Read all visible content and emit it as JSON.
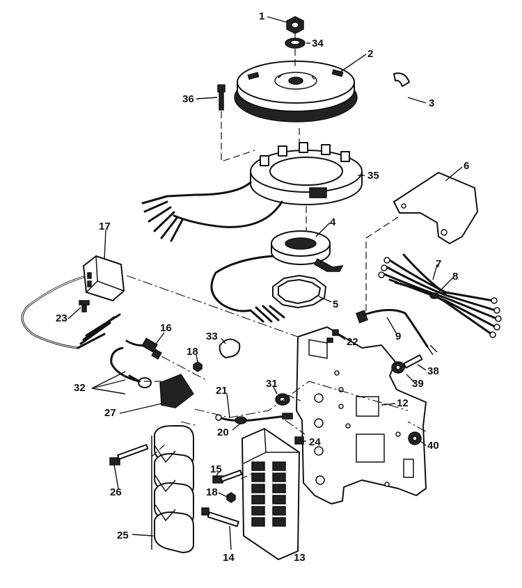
{
  "diagram": {
    "callouts": [
      {
        "id": "1",
        "text": "1"
      },
      {
        "id": "34",
        "text": "34"
      },
      {
        "id": "2",
        "text": "2"
      },
      {
        "id": "3",
        "text": "3"
      },
      {
        "id": "36",
        "text": "36"
      },
      {
        "id": "35",
        "text": "35"
      },
      {
        "id": "6",
        "text": "6"
      },
      {
        "id": "17",
        "text": "17"
      },
      {
        "id": "4",
        "text": "4"
      },
      {
        "id": "7",
        "text": "7"
      },
      {
        "id": "8",
        "text": "8"
      },
      {
        "id": "5",
        "text": "5"
      },
      {
        "id": "23",
        "text": "23"
      },
      {
        "id": "16",
        "text": "16"
      },
      {
        "id": "33",
        "text": "33"
      },
      {
        "id": "22",
        "text": "22"
      },
      {
        "id": "9",
        "text": "9"
      },
      {
        "id": "18a",
        "text": "18"
      },
      {
        "id": "38",
        "text": "38"
      },
      {
        "id": "32",
        "text": "32"
      },
      {
        "id": "31",
        "text": "31"
      },
      {
        "id": "39",
        "text": "39"
      },
      {
        "id": "21",
        "text": "21"
      },
      {
        "id": "27",
        "text": "27"
      },
      {
        "id": "12",
        "text": "12"
      },
      {
        "id": "20",
        "text": "20"
      },
      {
        "id": "24",
        "text": "24"
      },
      {
        "id": "40",
        "text": "40"
      },
      {
        "id": "15",
        "text": "15"
      },
      {
        "id": "26",
        "text": "26"
      },
      {
        "id": "18b",
        "text": "18"
      },
      {
        "id": "25",
        "text": "25"
      },
      {
        "id": "14",
        "text": "14"
      },
      {
        "id": "13",
        "text": "13"
      }
    ]
  }
}
